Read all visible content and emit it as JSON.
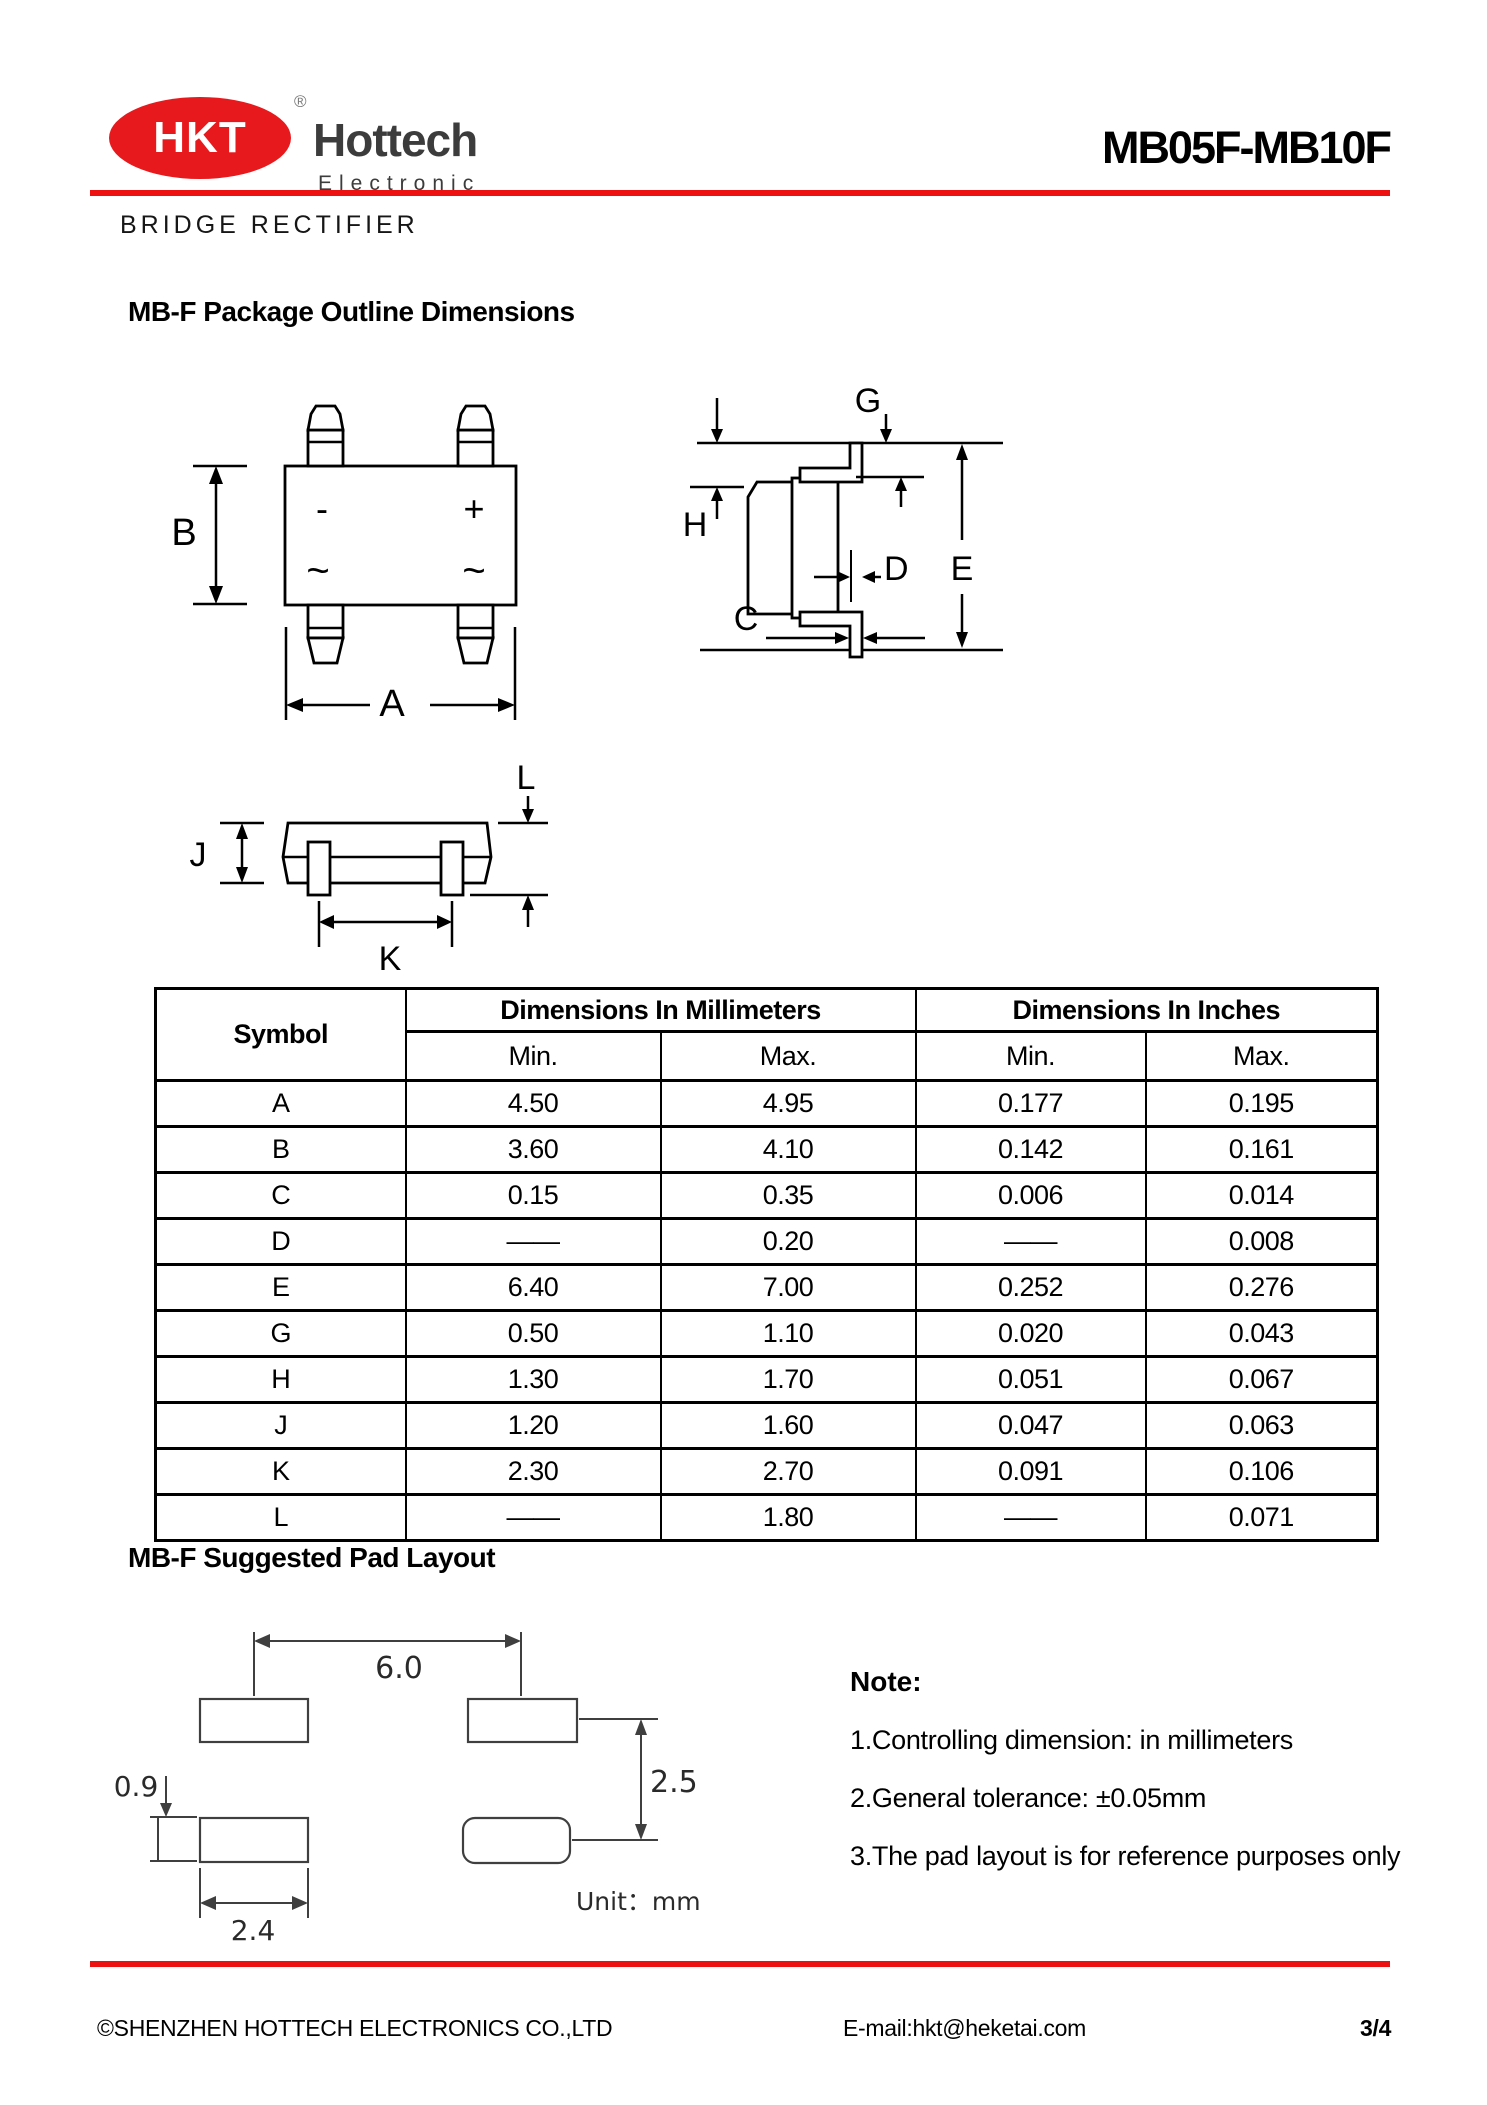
{
  "header": {
    "logo": {
      "abbr": "HKT",
      "name": "Hottech",
      "subtitle": "Electronic",
      "registered": "®"
    },
    "part_number": "MB05F-MB10F",
    "category": "BRIDGE RECTIFIER"
  },
  "sections": {
    "outline_title": "MB-F Package Outline Dimensions",
    "pad_title": "MB-F Suggested Pad Layout"
  },
  "front": {
    "dim_a": "A",
    "dim_b": "B",
    "minus": "-",
    "plus": "+",
    "tilde": "~"
  },
  "side": {
    "dim_c": "C",
    "dim_d": "D",
    "dim_e": "E",
    "dim_g": "G",
    "dim_h": "H"
  },
  "end": {
    "dim_j": "J",
    "dim_k": "K",
    "dim_l": "L"
  },
  "pad": {
    "dim_pitch": "6.0",
    "dim_height": "0.9",
    "dim_width": "2.4",
    "dim_gap": "2.5",
    "unit": "Unit：mm"
  },
  "table": {
    "col_symbol": "Symbol",
    "group_mm": "Dimensions In Millimeters",
    "group_in": "Dimensions In Inches",
    "min_label": "Min.",
    "max_label": "Max.",
    "rows": [
      {
        "symbol": "A",
        "mm_min": "4.50",
        "mm_max": "4.95",
        "in_min": "0.177",
        "in_max": "0.195"
      },
      {
        "symbol": "B",
        "mm_min": "3.60",
        "mm_max": "4.10",
        "in_min": "0.142",
        "in_max": "0.161"
      },
      {
        "symbol": "C",
        "mm_min": "0.15",
        "mm_max": "0.35",
        "in_min": "0.006",
        "in_max": "0.014"
      },
      {
        "symbol": "D",
        "mm_min": "——",
        "mm_max": "0.20",
        "in_min": "——",
        "in_max": "0.008"
      },
      {
        "symbol": "E",
        "mm_min": "6.40",
        "mm_max": "7.00",
        "in_min": "0.252",
        "in_max": "0.276"
      },
      {
        "symbol": "G",
        "mm_min": "0.50",
        "mm_max": "1.10",
        "in_min": "0.020",
        "in_max": "0.043"
      },
      {
        "symbol": "H",
        "mm_min": "1.30",
        "mm_max": "1.70",
        "in_min": "0.051",
        "in_max": "0.067"
      },
      {
        "symbol": "J",
        "mm_min": "1.20",
        "mm_max": "1.60",
        "in_min": "0.047",
        "in_max": "0.063"
      },
      {
        "symbol": "K",
        "mm_min": "2.30",
        "mm_max": "2.70",
        "in_min": "0.091",
        "in_max": "0.106"
      },
      {
        "symbol": "L",
        "mm_min": "——",
        "mm_max": "1.80",
        "in_min": "——",
        "in_max": "0.071"
      }
    ]
  },
  "note": {
    "title": "Note:",
    "items": [
      "1.Controlling dimension: in millimeters",
      "2.General tolerance: ±0.05mm",
      "3.The pad layout is for reference purposes only"
    ]
  },
  "footer": {
    "copyright": "©SHENZHEN HOTTECH ELECTRONICS CO.,LTD",
    "email": "E-mail:hkt@heketai.com",
    "page": "3/4"
  },
  "colors": {
    "accent_red": "#ee1111",
    "logo_red": "#e8191c",
    "text": "#111111",
    "pad_line_gray": "#3f3f3f"
  }
}
